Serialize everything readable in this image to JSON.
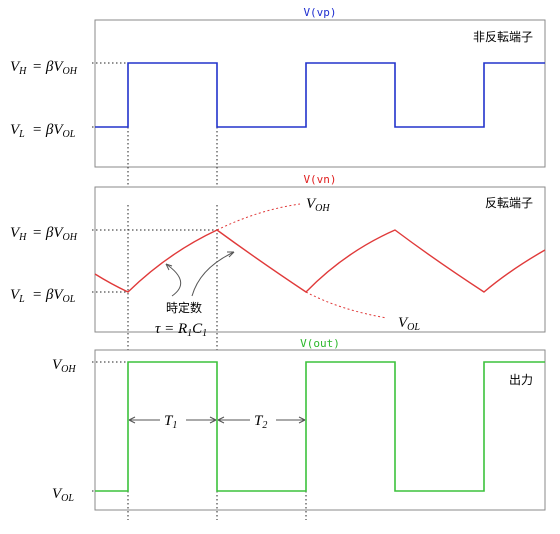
{
  "panels": {
    "vp": {
      "title": "V(vp)",
      "title_color": "#1f2fd0",
      "tag": "非反転端子",
      "line_color": "#2233cc"
    },
    "vn": {
      "title": "V(vn)",
      "title_color": "#e02020",
      "tag": "反転端子",
      "line_color": "#e03a3a"
    },
    "out": {
      "title": "V(out)",
      "title_color": "#2cb82c",
      "tag": "出力",
      "line_color": "#3cc23c"
    }
  },
  "labels": {
    "vh_left": "V",
    "vh_left_sub": "H",
    "vh_right": "= βV",
    "vh_right_sub": "OH",
    "vl_left": "V",
    "vl_left_sub": "L",
    "vl_right": "= βV",
    "vl_right_sub": "OL",
    "voh": "V",
    "voh_sub": "OH",
    "vol": "V",
    "vol_sub": "OL",
    "time_constant": "時定数",
    "tau": "τ = R",
    "tau_r_sub": "1",
    "tau_c": "C",
    "tau_c_sub": "1",
    "t1": "T",
    "t1_sub": "1",
    "t2": "T",
    "t2_sub": "2"
  },
  "colors": {
    "frame": "#8a8a8a",
    "guide": "#222222",
    "arrow": "#555555"
  }
}
